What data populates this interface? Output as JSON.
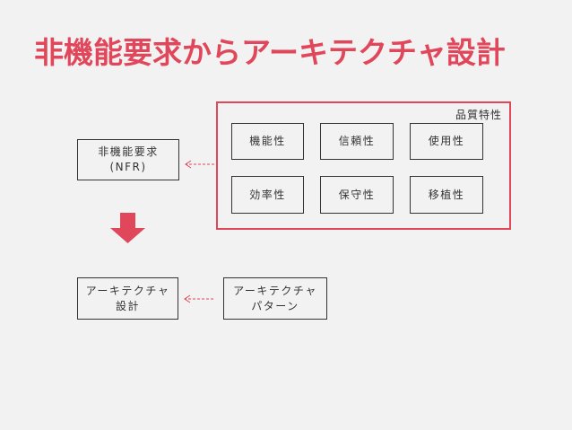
{
  "title": "非機能要求からアーキテクチャ設計",
  "nfr": {
    "line1": "非機能要求",
    "line2": "(NFR)"
  },
  "quality_group": {
    "label": "品質特性",
    "items": [
      "機能性",
      "信頼性",
      "使用性",
      "効率性",
      "保守性",
      "移植性"
    ]
  },
  "architecture_design": {
    "line1": "アーキテクチャ",
    "line2": "設計"
  },
  "architecture_pattern": {
    "line1": "アーキテクチャ",
    "line2": "パターン"
  },
  "colors": {
    "accent": "#e0475a",
    "border": "#333333",
    "background": "#f3f2f2"
  }
}
